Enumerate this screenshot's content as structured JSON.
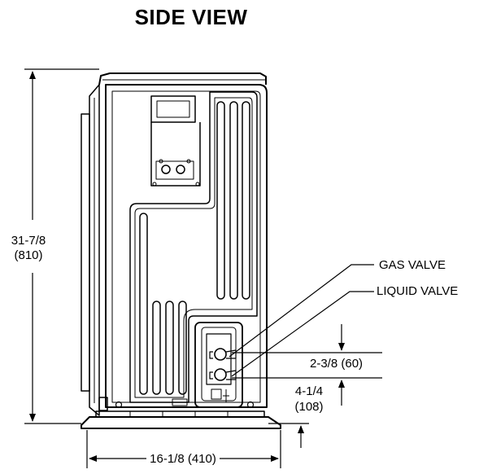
{
  "title": "SIDE VIEW",
  "dimensions": {
    "height_in": "31-7/8",
    "height_mm": "(810)",
    "width": "16-1/8 (410)",
    "valve_spacing": "2-3/8 (60)",
    "base_offset_in": "4-1/4",
    "base_offset_mm": "(108)"
  },
  "callouts": {
    "gas_valve": "GAS VALVE",
    "liquid_valve": "LIQUID VALVE"
  },
  "colors": {
    "line": "#000000",
    "background": "#ffffff"
  }
}
